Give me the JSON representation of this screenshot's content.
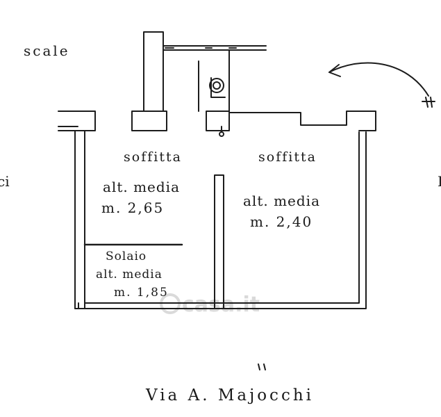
{
  "labels": {
    "stairs": "scale",
    "room_left_name": "soffitta",
    "room_left_height_label": "alt. media",
    "room_left_height_value": "m. 2,65",
    "room_right_name": "soffitta",
    "room_right_height_label": "alt. media",
    "room_right_height_value": "m. 2,40",
    "loft_name": "Solaio",
    "loft_height_label": "alt. media",
    "loft_height_value": "m. 1,85",
    "street": "Via A. Majocchi",
    "edge_left_fragment": "ci",
    "edge_right_fragment": "I"
  },
  "watermark": "casa.it",
  "colors": {
    "ink": "#1c1c1c",
    "paper": "#ffffff",
    "watermark": "#d9d9d9"
  },
  "icons": [
    "north-arrow-icon",
    "chimney-icon",
    "watermark-house-icon"
  ]
}
